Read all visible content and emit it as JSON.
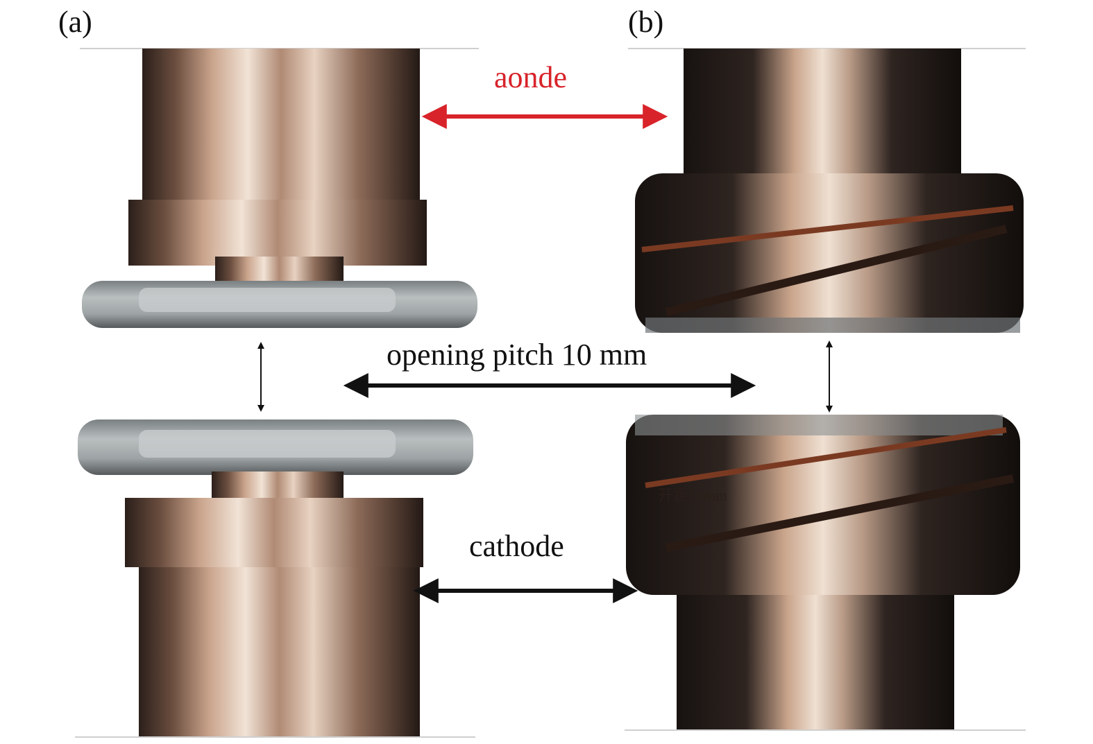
{
  "panels": {
    "a": {
      "label": "(a)"
    },
    "b": {
      "label": "(b)"
    }
  },
  "annotations": {
    "anode": {
      "text": "aonde",
      "color": "#d8232a"
    },
    "gap": {
      "text": "opening pitch 10 mm",
      "color": "#111111"
    },
    "cathode": {
      "text": "cathode",
      "color": "#111111"
    },
    "embedded_overlay": {
      "text": "开距10mm"
    }
  },
  "colors": {
    "copper_dark": "#3a2a22",
    "copper_light": "#e9d3c0",
    "ceramic_ring": "#a9aeb0",
    "coated_dark": "#1f1a18"
  }
}
